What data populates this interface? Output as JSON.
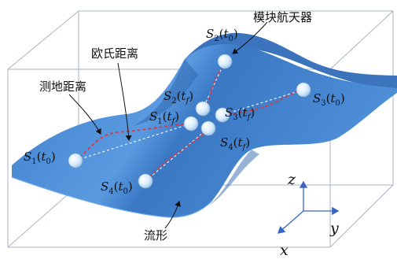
{
  "labels": {
    "spacecraft": "模块航天器",
    "euclidean": "欧氏距离",
    "geodesic": "测地距离",
    "manifold": "流形"
  },
  "points": [
    {
      "name": "S",
      "sub": "1",
      "time": "t",
      "tsub": "0"
    },
    {
      "name": "S",
      "sub": "2",
      "time": "t",
      "tsub": "0"
    },
    {
      "name": "S",
      "sub": "3",
      "time": "t",
      "tsub": "0"
    },
    {
      "name": "S",
      "sub": "4",
      "time": "t",
      "tsub": "0"
    },
    {
      "name": "S",
      "sub": "1",
      "time": "t",
      "tsub": "f"
    },
    {
      "name": "S",
      "sub": "2",
      "time": "t",
      "tsub": "f"
    },
    {
      "name": "S",
      "sub": "3",
      "time": "t",
      "tsub": "f"
    },
    {
      "name": "S",
      "sub": "4",
      "time": "t",
      "tsub": "f"
    }
  ],
  "axes": {
    "z": "z",
    "y": "y",
    "x": "x"
  },
  "colors": {
    "surface": "#4d8fd6",
    "surface_dark": "#2f6db5",
    "geodesic": "#d63a4a",
    "euclidean": "#e8f2ff",
    "box": "#9aa6b8",
    "axis": "#3a64c4"
  }
}
